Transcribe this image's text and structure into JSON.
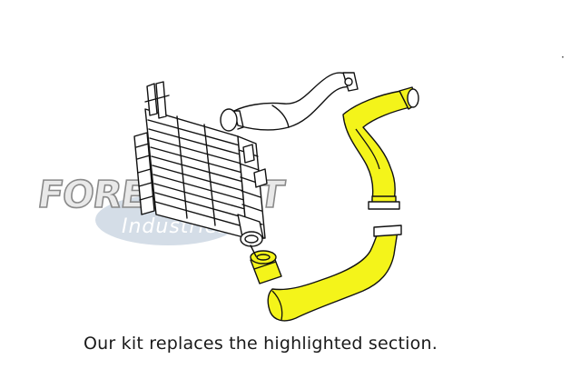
{
  "watermark": {
    "brand": "FOREFRONT",
    "sub": "Industries"
  },
  "caption": "Our kit replaces the highlighted section.",
  "corner_mark": "·",
  "colors": {
    "highlight": "#f4f41a",
    "line": "#111111",
    "watermark_ellipse": "#c8d3e0"
  }
}
